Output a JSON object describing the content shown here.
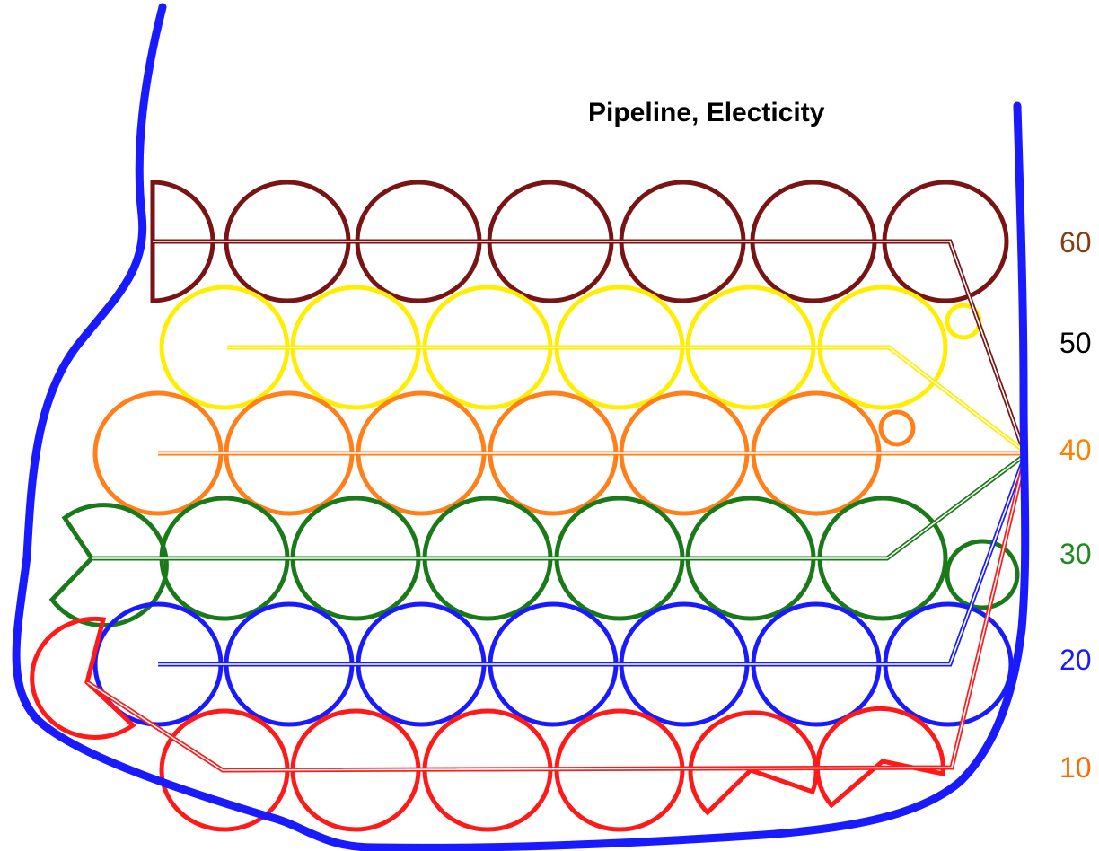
{
  "title": "Pipeline, Electicity",
  "boundary_color": "#1a1aff",
  "pipe_hub": "right-side manifold at level 40",
  "rows": [
    {
      "label": "60",
      "label_color": "#8b3a10",
      "color": "#7a1414"
    },
    {
      "label": "50",
      "label_color": "#000000",
      "color": "#ffee00"
    },
    {
      "label": "40",
      "label_color": "#ff7f00",
      "color": "#ff7f1a"
    },
    {
      "label": "30",
      "label_color": "#1f8a1f",
      "color": "#1a7a1a"
    },
    {
      "label": "20",
      "label_color": "#1a1aff",
      "color": "#1a1aff"
    },
    {
      "label": "10",
      "label_color": "#ff6a00",
      "color": "#ff1a1a"
    }
  ]
}
